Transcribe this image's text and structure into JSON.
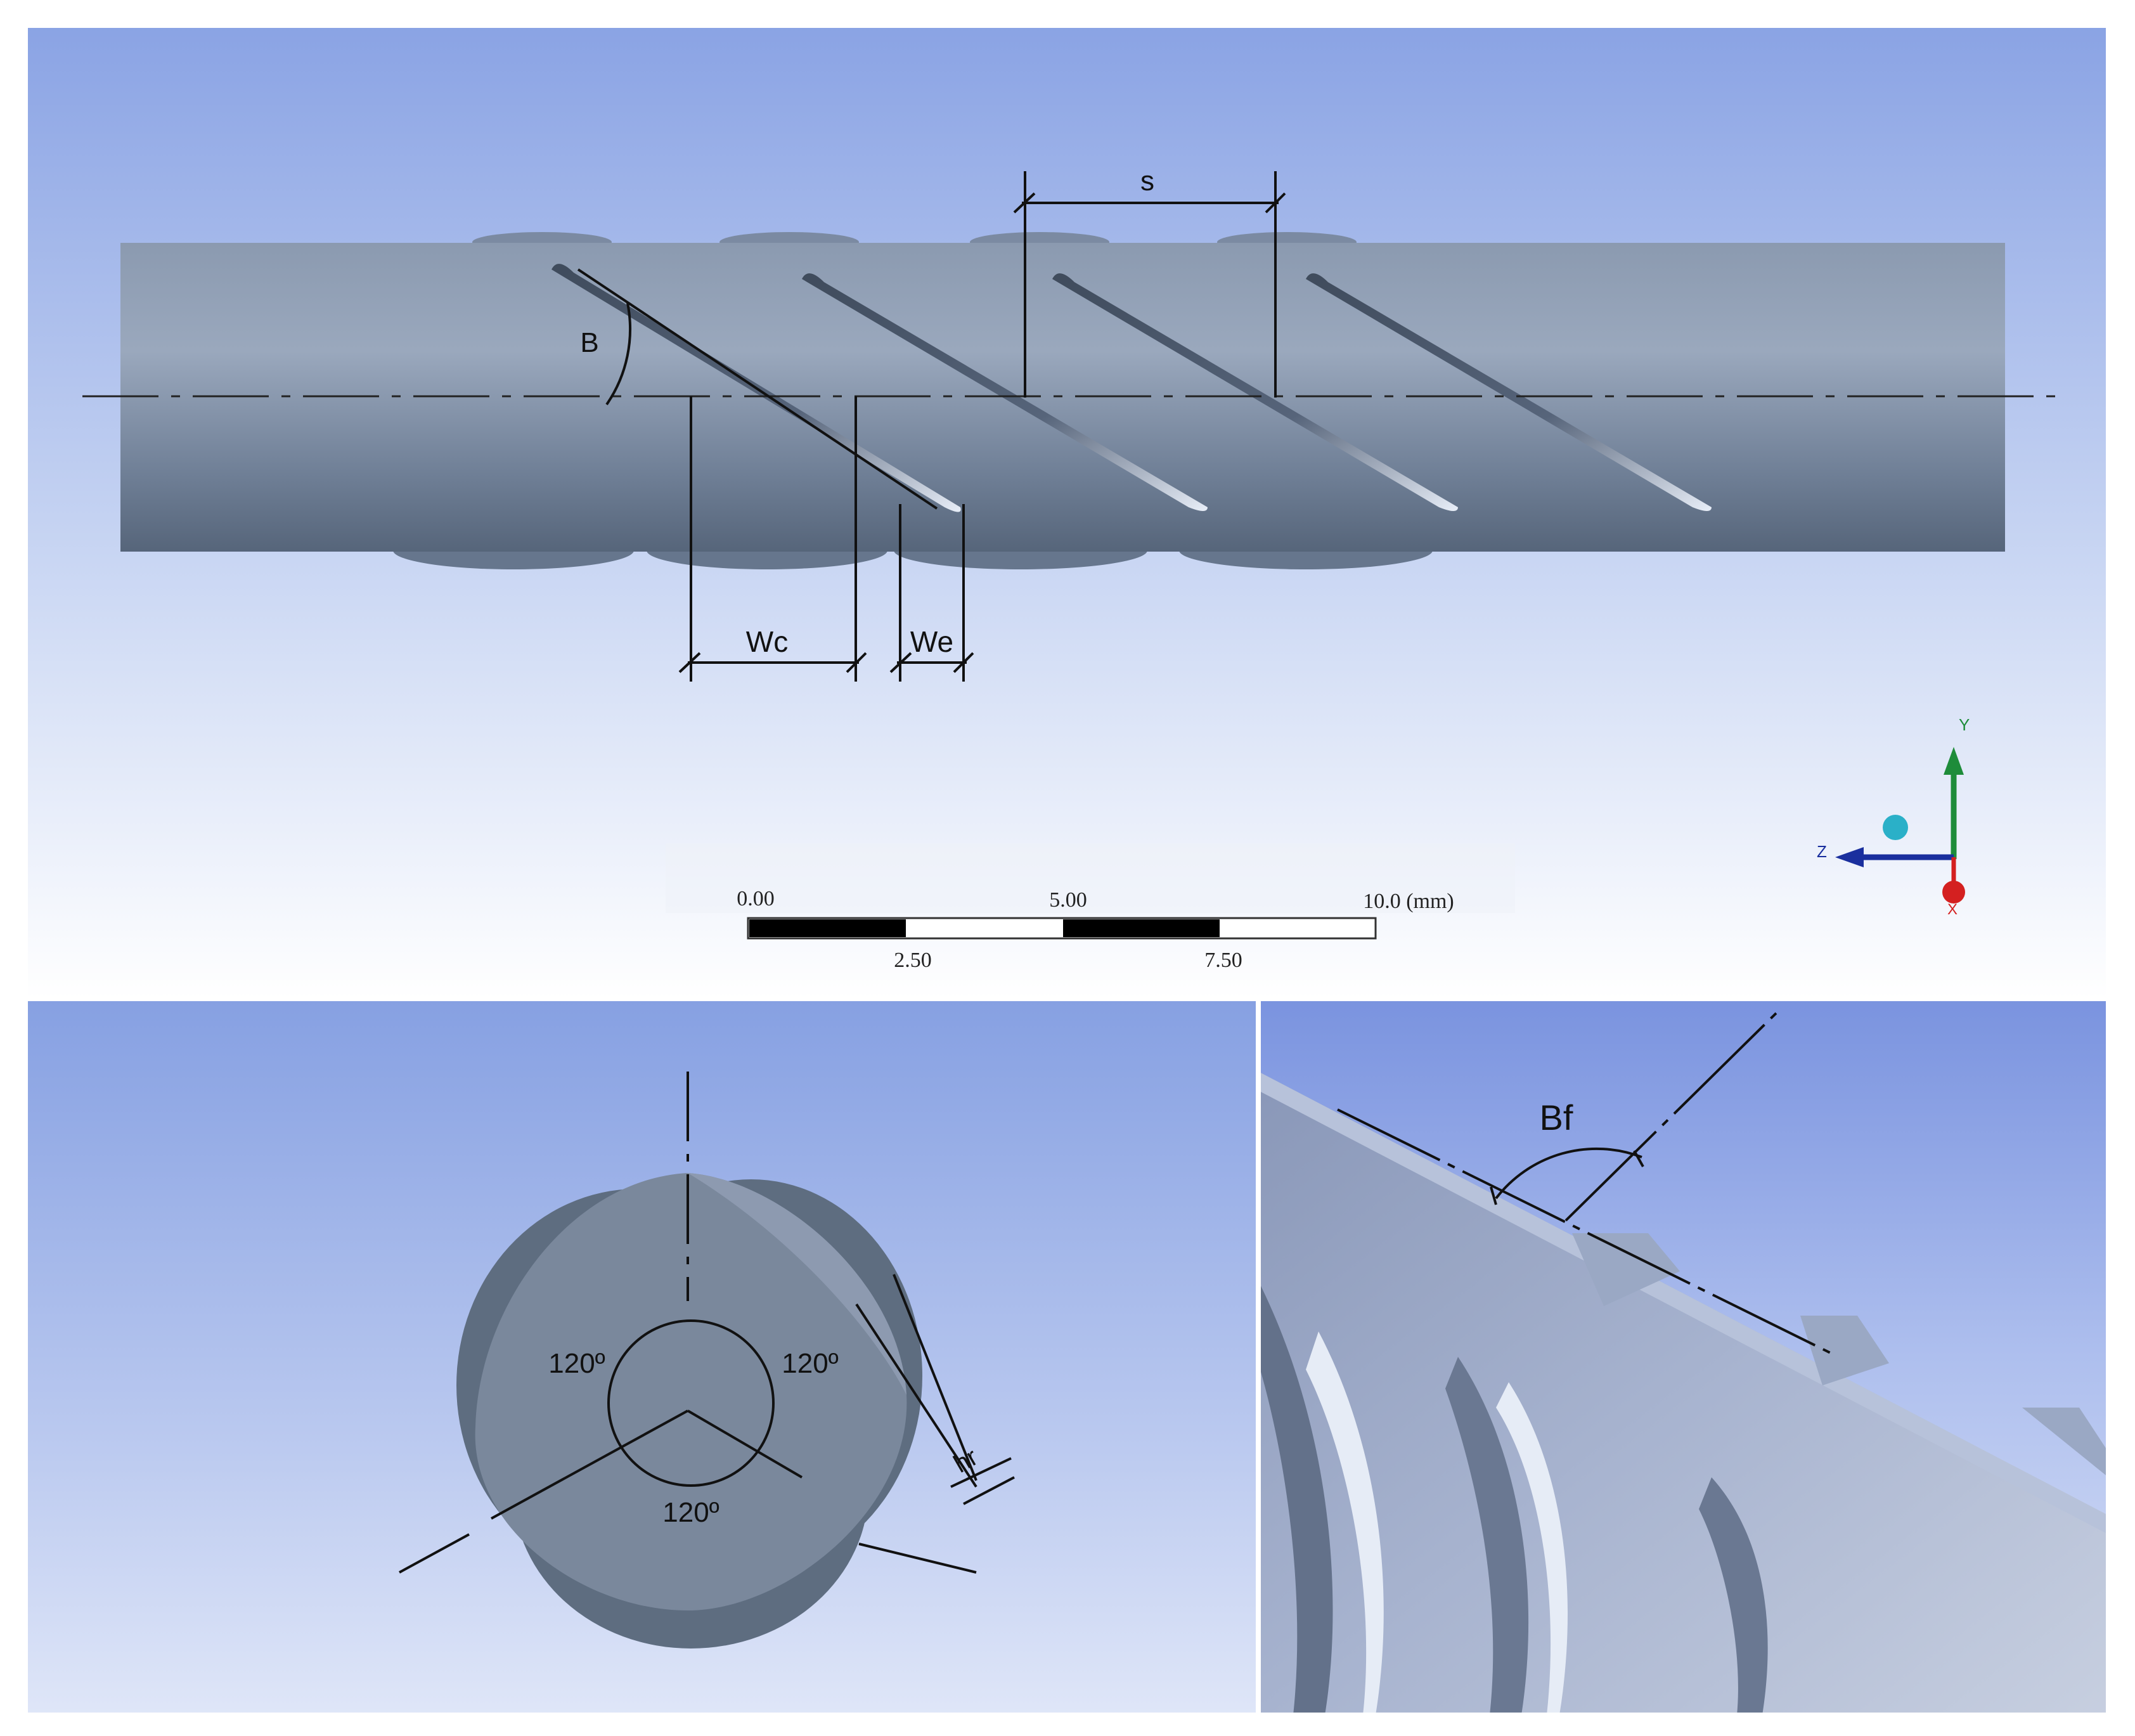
{
  "top_view": {
    "dimensions": {
      "pitch_label": "s",
      "angle_label": "B",
      "core_width_label": "Wc",
      "end_width_label": "We"
    },
    "scale_bar": {
      "ticks_top": [
        "0.00",
        "5.00",
        "10.0 (mm)"
      ],
      "ticks_bottom": [
        "2.50",
        "7.50"
      ]
    },
    "triad": {
      "axes": [
        "Y",
        "Z",
        "X"
      ],
      "colors": {
        "Y": "#1e8c3a",
        "Z": "#1a2f9e",
        "X": "#d42020",
        "ball": "#2ab0c8"
      }
    }
  },
  "section_view": {
    "angle_labels": [
      "120º",
      "120º",
      "120º"
    ],
    "rib_height_label": "hr"
  },
  "detail_view": {
    "flank_angle_label": "Bf"
  },
  "colors": {
    "bg_top": "#8aa3e4",
    "bg_bottom": "#ffffff",
    "steel": "#7e8fa6",
    "steel_dark": "#5b6b80"
  }
}
